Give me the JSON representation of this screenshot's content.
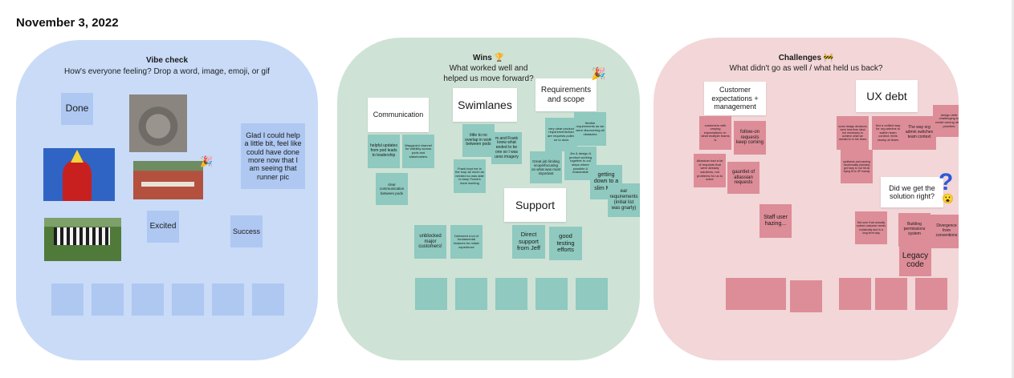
{
  "date": "November 3, 2022",
  "vibe": {
    "title": "Vibe check",
    "subtitle": "How's everyone feeling? Drop a word, image, emoji, or gif",
    "notes": {
      "done": "Done",
      "glad": "Glad I could help a little bit, feel like could have done more now that I am seeing that runner pic",
      "excited": "Excited",
      "success": "Success"
    }
  },
  "wins": {
    "title": "Wins 🏆",
    "subtitle_line1": "What worked well and",
    "subtitle_line2": "helped us move forward?",
    "headers": {
      "communication": "Communication",
      "swimlanes": "Swimlanes",
      "requirements": "Requirements and scope",
      "support": "Support"
    },
    "notes": {
      "n1": "helpful updates from pod leads to leadership",
      "n2": "Wayypoint channel for visibility across pods and stakeholders",
      "n3": "clear communication between pods",
      "n4": "little to no overlap in work between pods",
      "n5": "m and Frank knew what eeded to be one so I was uess imagery",
      "n6": "Frank kept me in the loop as much as needed so was able to keep Frank's done working",
      "n7": "Great job limiting scope/focusing on what was most important",
      "n8": "very clear product requirements/had are requests pulled on to docs",
      "n9": "flexible requirements as we were discovering all obstacles",
      "n10": "Jim & design & product working together to cut steps where possible & reasonable",
      "n11": "getting down to a slim MVP",
      "n12": "ear requirements (initial list was gnarly)",
      "n13": "unblocked major customers!",
      "n14": "Delivered a lot of fundamental features for milaix experience",
      "n15": "Direct support from Jeff",
      "n16": "good testing efforts"
    }
  },
  "challenges": {
    "title": "Challenges 🚧",
    "subtitle": "What didn't go as well / what held us back?",
    "headers": {
      "customer": "Customer expectations + management",
      "uxdebt": "UX debt",
      "solution": "Did we get the solution right?"
    },
    "notes": {
      "c1": "customers with varying expectations re: what multiple teams is",
      "c2": "follow-on requests keep coming",
      "c3": "Atlassian had a lot of requests that were already solutions, not problems for us to solve",
      "c4": "gauntlet of atlassian requests",
      "c5": "Staff user hazing...",
      "c6": "some design decisions were less than ideal but necessary to achieve what we needed to in the times",
      "c7": "Not a unified way for org admins to switch team context; feels clunky at times",
      "c8": "The way org admin switches team context",
      "c9": "design debt challenging to revisit among other priorities",
      "c10": "synthesis and naming functionality planning got hazy to not hit as trying fit to 4P mandy",
      "c11": "Not sure if we actually solved customer needs holistically and in a long term way",
      "c12": "Building permissions system",
      "c13": "Divergence from conventions",
      "c14": "Legacy code"
    }
  }
}
